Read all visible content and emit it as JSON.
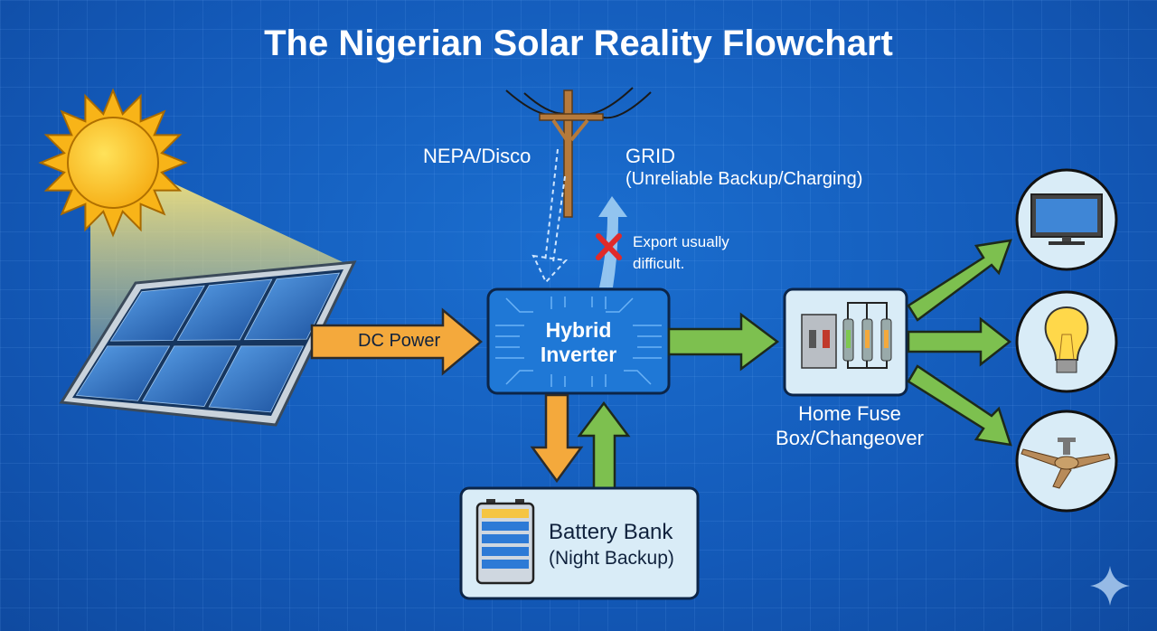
{
  "title": "The Nigerian Solar Reality Flowchart",
  "grid": {
    "name": "NEPA/Disco",
    "label": "GRID",
    "sublabel": "(Unreliable Backup/Charging)"
  },
  "export_note": {
    "line1": "Export usually",
    "line2": "difficult."
  },
  "dc_power": "DC Power",
  "inverter": {
    "line1": "Hybrid",
    "line2": "Inverter"
  },
  "battery": {
    "line1": "Battery Bank",
    "line2": "(Night Backup)"
  },
  "fuse_box": {
    "line1": "Home Fuse",
    "line2": "Box/Changeover"
  },
  "appliances": [
    "tv-icon",
    "light-bulb-icon",
    "ceiling-fan-icon"
  ],
  "colors": {
    "background": "#1560c0",
    "dc_arrow": "#f4a93c",
    "ac_arrow": "#7dc04f",
    "box_fill": "#d9ecf7",
    "inverter_fill": "#1f78d6"
  }
}
